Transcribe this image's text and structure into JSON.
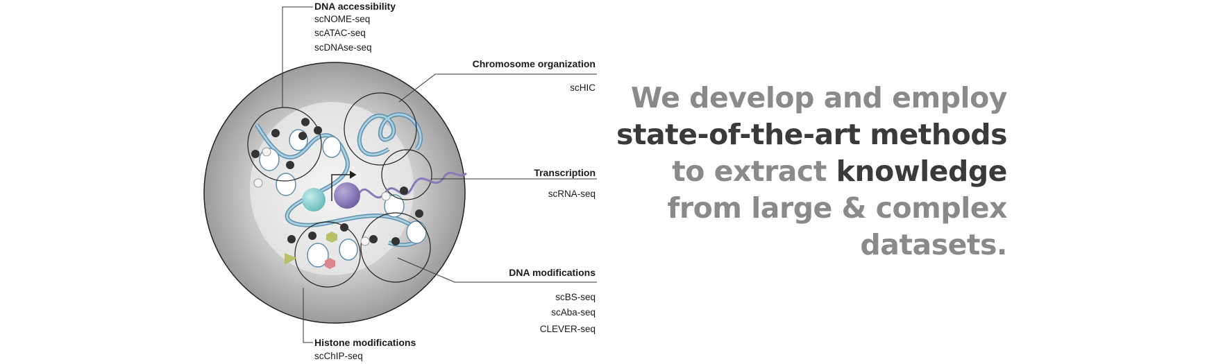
{
  "diagram": {
    "labels": {
      "dna_accessibility": {
        "title": "DNA accessibility",
        "methods": [
          "scNOME-seq",
          "scATAC-seq",
          "scDNAse-seq"
        ]
      },
      "chromosome_organization": {
        "title": "Chromosome organization",
        "methods": [
          "scHIC"
        ]
      },
      "transcription": {
        "title": "Transcription",
        "methods": [
          "scRNA-seq"
        ]
      },
      "dna_modifications": {
        "title": "DNA modifications",
        "methods": [
          "scBS-seq",
          "scAba-seq",
          "CLEVER-seq"
        ]
      },
      "histone_modifications": {
        "title": "Histone modifications",
        "methods": [
          "scChIP-seq"
        ]
      }
    },
    "colors": {
      "dna": "#a9cfe3",
      "dna_edge": "#5d8fac",
      "rna": "#8a79b8",
      "polymerase": "#8a79b8",
      "factor": "#7fcccc",
      "histone_mark_green": "#b9c06a",
      "histone_mark_red": "#d9878a",
      "nucleosome_mark": "#333333"
    }
  },
  "tagline": {
    "line1": "We develop and employ",
    "line2": "state-of-the-art methods",
    "line3_a": "to extract ",
    "line3_b": "knowledge",
    "line4": "from large & complex",
    "line5": "datasets.",
    "color_muted": "#8a8a8a",
    "color_dark": "#3a3a3a"
  }
}
